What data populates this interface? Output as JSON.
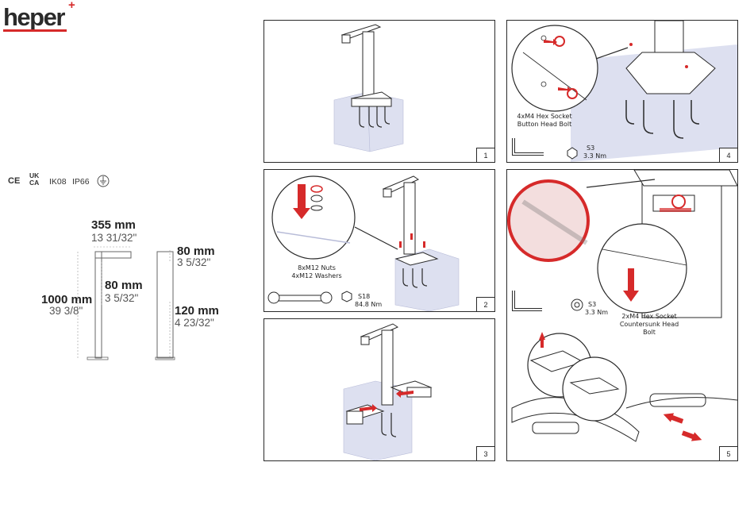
{
  "brand": {
    "name": "heper",
    "mark": "+",
    "color": "#d62a2a"
  },
  "certifications": {
    "ce": "CE",
    "ukca_top": "UK",
    "ukca_bottom": "CA",
    "ik": "IK08",
    "ip": "IP66",
    "earth_icon": "earth-ground-icon"
  },
  "dimensions": {
    "width_mm": "355 mm",
    "width_in": "13 31/32\"",
    "height_mm": "1000 mm",
    "height_in": "39 3/8\"",
    "arm_mm": "80 mm",
    "arm_in": "3 5/32\"",
    "side_top_mm": "80 mm",
    "side_top_in": "3 5/32\"",
    "side_depth_mm": "120 mm",
    "side_depth_in": "4 23/32\""
  },
  "steps": [
    {
      "number": "1"
    },
    {
      "number": "2",
      "parts_line1": "8xM12 Nuts",
      "parts_line2": "4xM12 Washers",
      "tool_size": "S18",
      "torque": "84.8 Nm"
    },
    {
      "number": "3"
    },
    {
      "number": "4",
      "parts_line1": "4xM4 Hex Socket",
      "parts_line2": "Button Head Bolt",
      "tool_size": "S3",
      "torque": "3.3 Nm"
    },
    {
      "number": "5",
      "parts_line1": "2xM4 Hex Socket",
      "parts_line2": "Countersunk Head",
      "parts_line3": "Bolt",
      "tool_size": "S3",
      "torque": "3.3 Nm"
    }
  ],
  "colors": {
    "accent": "#d62a2a",
    "ground": "#dde0f0",
    "line": "#2a2a2a"
  }
}
